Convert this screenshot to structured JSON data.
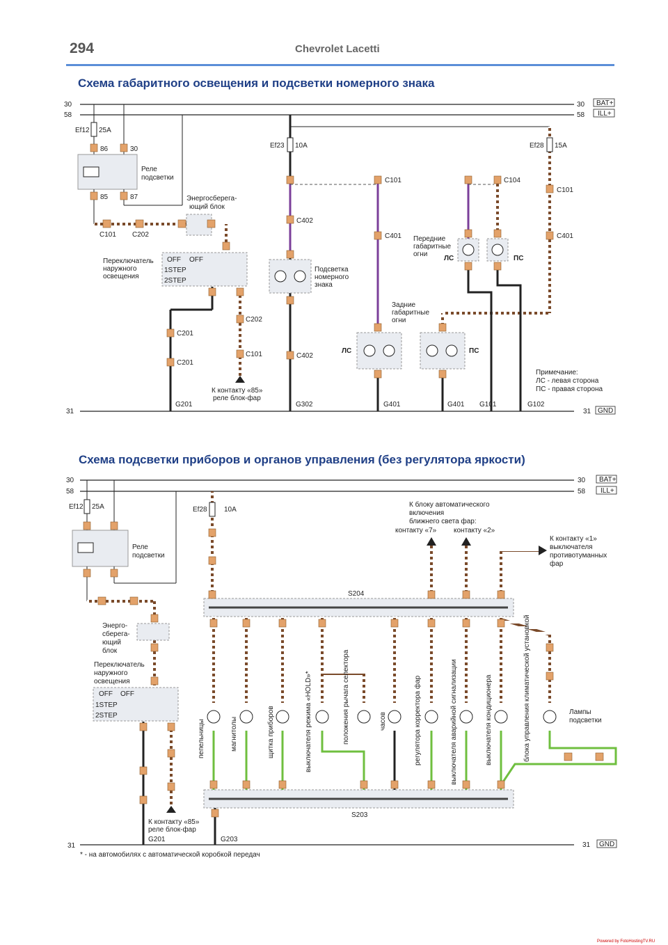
{
  "header": {
    "page_number": "294",
    "book_title": "Chevrolet Lacetti"
  },
  "diagram1": {
    "title": "Схема габаритного освещения и подсветки номерного знака",
    "buses": {
      "line_30": "30",
      "line_58": "58",
      "line_31": "31",
      "bat": "BAT+",
      "ill": "ILL+",
      "gnd": "GND"
    },
    "fuses": {
      "ef12": "Ef12",
      "ef12_rating": "25A",
      "ef23": "Ef23",
      "ef23_rating": "10A",
      "ef28": "Ef28",
      "ef28_rating": "15A"
    },
    "relay_label": "Реле подсветки",
    "relay_pins": [
      "86",
      "30",
      "85",
      "87"
    ],
    "energy_block_label": "Энергосберега-ющий блок",
    "switch_label": "Переключатель наружного освещения",
    "switch_positions": [
      "OFF",
      "OFF",
      "1STEP",
      "2STEP"
    ],
    "plate_light_label": "Подсветка номерного знака",
    "front_lights_label": "Передние габаритные огни",
    "rear_lights_label": "Задние габаритные огни",
    "side_left": "ЛС",
    "side_right": "ПС",
    "to_relay_note": "К контакту «85» реле блок-фар",
    "note_title": "Примечание:",
    "note_left": "ЛС - левая сторона",
    "note_right": "ПС - правая сторона",
    "grounds": [
      "G201",
      "G302",
      "G401",
      "G401",
      "G101",
      "G102"
    ],
    "connectors": [
      "C101",
      "C202",
      "C201",
      "C402",
      "C401",
      "C104"
    ]
  },
  "diagram2": {
    "title": "Схема подсветки приборов и органов управления (без регулятора яркости)",
    "fuse": "Ef28",
    "fuse_rating": "10A",
    "relay_label": "Реле подсветки",
    "energy_block_label": "Энерго-сберега-ющий блок",
    "switch_label": "Переключатель наружного освещения",
    "auto_block_note": "К блоку автоматического включения ближнего света фар:",
    "contact7": "контакту «7»",
    "contact2": "контакту «2»",
    "fog_switch_note": "К контакту «1» выключателя противотуманных фар",
    "splice_top": "S204",
    "splice_bottom": "S203",
    "lamps": [
      "пепельницы",
      "магнитолы",
      "щитка приборов",
      "выключателя режима «HOLD»*",
      "положения рычага селектора",
      "часов",
      "регулятора корректора фар",
      "выключателя аварийной сигнализации",
      "выключателя кондиционера",
      "блока управления климатической установкой"
    ],
    "lamps_label": "Лампы подсветки",
    "to_relay_note": "К контакту «85» реле блок-фар",
    "grounds": [
      "G201",
      "G203"
    ],
    "footnote": "* - на автомобилях с автоматической коробкой передач"
  },
  "footer_credit": "Powered by FotoHostingTV.RU",
  "colors": {
    "title_blue": "#1f3f86",
    "connector_orange": "#e3a26a",
    "wire_brown": "#7a4a2a",
    "wire_purple": "#7b3f9a",
    "wire_green": "#6fbf3f",
    "wire_black": "#222222",
    "header_line": "#5b8ed8"
  }
}
